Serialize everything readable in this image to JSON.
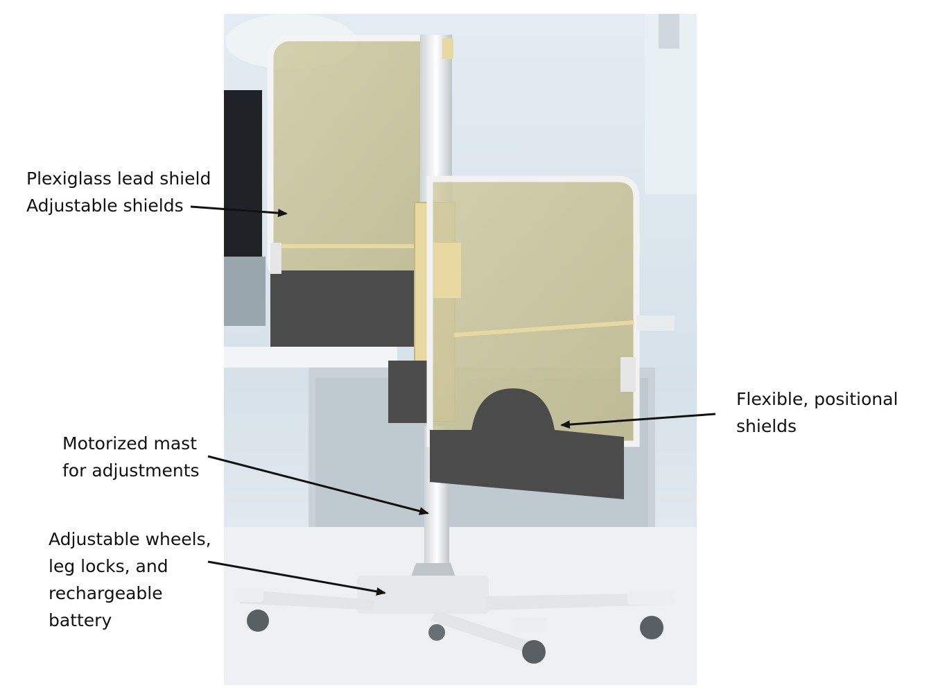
{
  "labels": {
    "plexiglass": [
      "Plexiglass lead shield",
      "Adjustable shields"
    ],
    "flexible": [
      "Flexible, positional",
      "shields"
    ],
    "mast": [
      "Motorized mast",
      "for adjustments"
    ],
    "wheels": [
      "Adjustable wheels,",
      "leg locks, and",
      "rechargeable",
      "battery"
    ]
  },
  "colors": {
    "room_bg": "#dbe5ec",
    "glass_tint": "#c9c49a",
    "lead_panel": "#4b4b4b",
    "frame": "#ececec",
    "yellow_accent": "#e8d9a2",
    "arrow": "#111111"
  }
}
